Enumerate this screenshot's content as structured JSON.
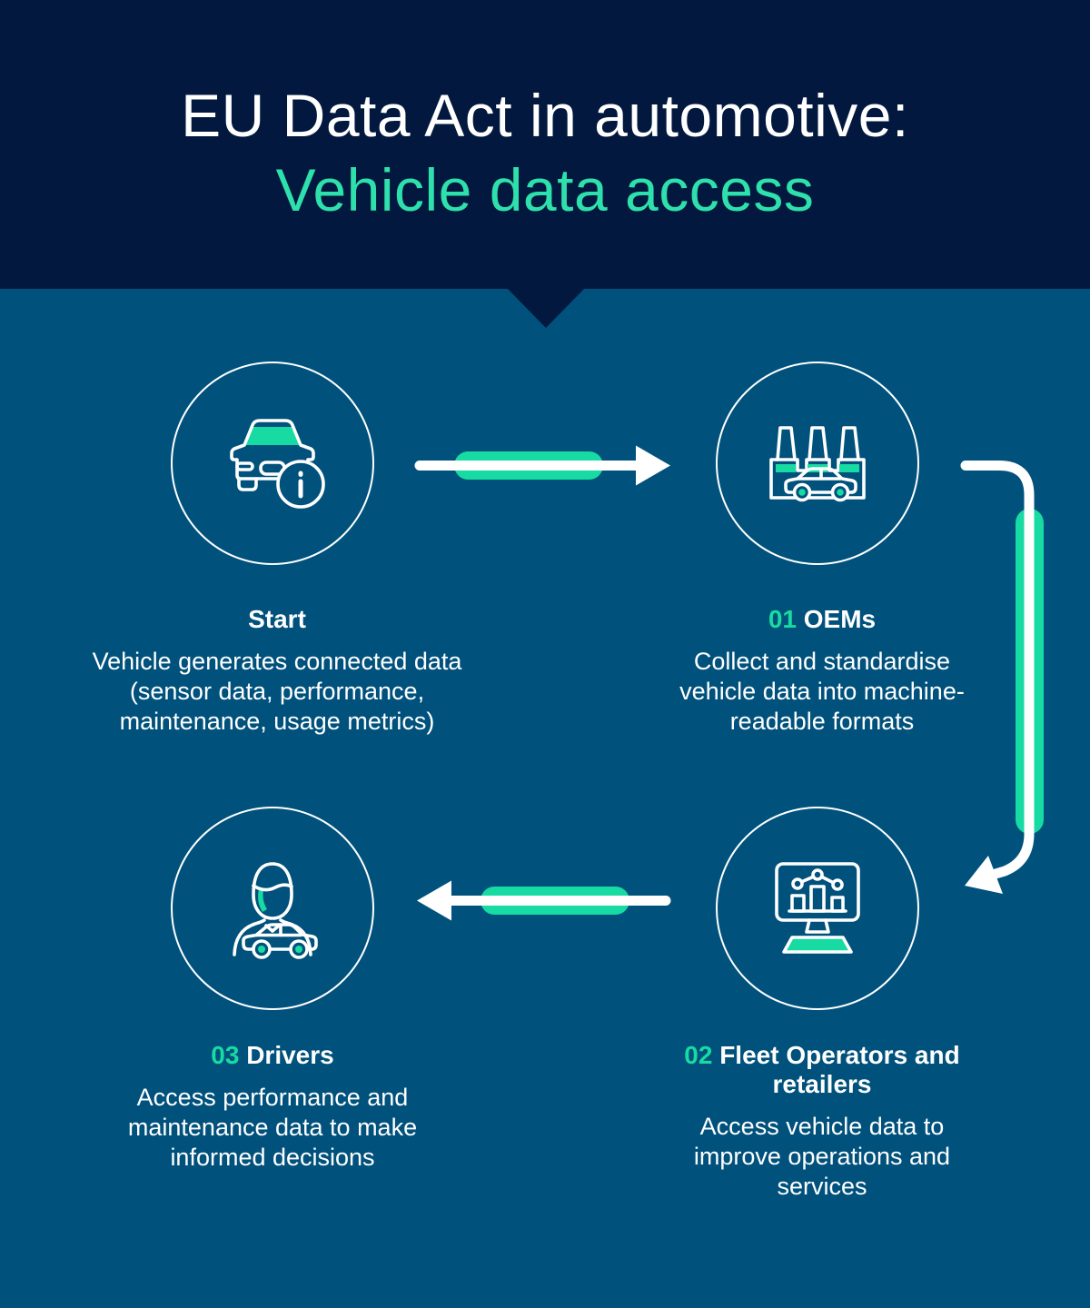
{
  "colors": {
    "header_bg": "#02183e",
    "body_bg": "#00517c",
    "accent_green": "#17dba2",
    "title_teal": "#2ee0ac",
    "text_white": "#ffffff"
  },
  "header": {
    "title_line1": "EU Data Act in automotive:",
    "title_line2": "Vehicle data access"
  },
  "steps": [
    {
      "id": "start",
      "number": "",
      "title": "Start",
      "description": "Vehicle generates connected data\n(sensor data, performance,\nmaintenance, usage metrics)",
      "icon": "car-info-icon"
    },
    {
      "id": "oems",
      "number": "01",
      "title": "OEMs",
      "description": "Collect and standardise\nvehicle data into machine-\nreadable formats",
      "icon": "factory-car-icon"
    },
    {
      "id": "fleet",
      "number": "02",
      "title": "Fleet Operators and\nretailers",
      "description": "Access vehicle data to\nimprove operations and\nservices",
      "icon": "monitor-chart-icon"
    },
    {
      "id": "drivers",
      "number": "03",
      "title": "Drivers",
      "description": "Access performance and\nmaintenance data to make\ninformed decisions",
      "icon": "driver-car-icon"
    }
  ],
  "flow": {
    "arrow_start_to_oems": "right",
    "arrow_oems_to_fleet": "down-right-curve",
    "arrow_fleet_to_drivers": "left"
  }
}
